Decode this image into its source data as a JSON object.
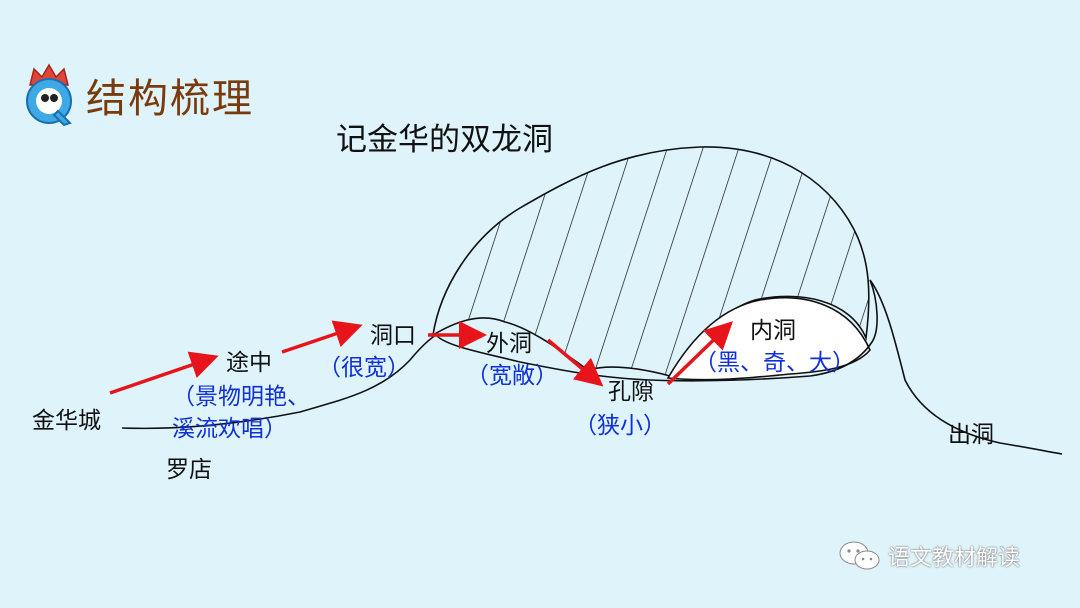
{
  "header": {
    "title": "结构梳理",
    "icon": "q-mascot-icon"
  },
  "diagram": {
    "title": "记金华的双龙洞",
    "places": {
      "jinhua": "金华城",
      "luodian": "罗店",
      "tuzhong": "途中",
      "dongkou": "洞口",
      "waidong": "外洞",
      "kongxi": "孔隙",
      "neidong": "内洞",
      "chudong": "出洞"
    },
    "notes": {
      "tuzhong_line1": "（景物明艳、",
      "tuzhong_line2": "溪流欢唱）",
      "dongkou": "（很宽）",
      "waidong": "（宽敞）",
      "kongxi": "（狭小）",
      "neidong": "（黑、奇、大）"
    }
  },
  "watermark": {
    "text": "语文教材解读"
  },
  "colors": {
    "background": "#dff4fa",
    "arrow": "#e8141c",
    "note": "#1030d8",
    "header": "#7a3b0c"
  }
}
